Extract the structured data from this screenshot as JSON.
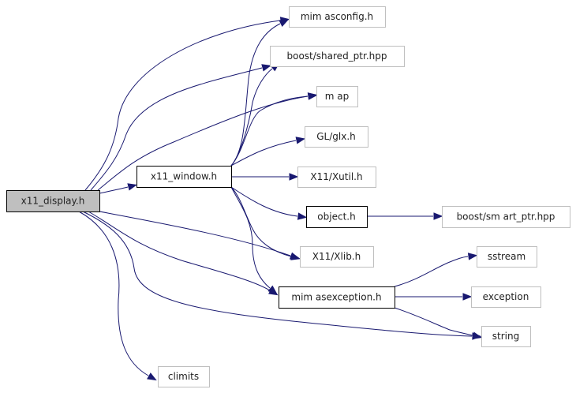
{
  "diagram": {
    "type": "include-dependency-graph",
    "root": "x11_display.h",
    "colors": {
      "edge": "#191970",
      "root_fill": "#bfbfbf",
      "documented_border": "#000000",
      "external_border": "#bfbfbf"
    },
    "nodes": [
      {
        "id": "x11_display",
        "label": "x11_display.h",
        "kind": "root"
      },
      {
        "id": "x11_window",
        "label": "x11_window.h",
        "kind": "documented"
      },
      {
        "id": "mimasconfig",
        "label": "mim asconfig.h",
        "kind": "external"
      },
      {
        "id": "shared_ptr",
        "label": "boost/shared_ptr.hpp",
        "kind": "external"
      },
      {
        "id": "map",
        "label": "m ap",
        "kind": "external"
      },
      {
        "id": "glx",
        "label": "GL/glx.h",
        "kind": "external"
      },
      {
        "id": "xutil",
        "label": "X11/Xutil.h",
        "kind": "external"
      },
      {
        "id": "object",
        "label": "object.h",
        "kind": "documented"
      },
      {
        "id": "smart_ptr",
        "label": "boost/sm art_ptr.hpp",
        "kind": "external"
      },
      {
        "id": "xlib",
        "label": "X11/Xlib.h",
        "kind": "external"
      },
      {
        "id": "mimasexception",
        "label": "mim asexception.h",
        "kind": "documented"
      },
      {
        "id": "sstream",
        "label": "sstream",
        "kind": "external"
      },
      {
        "id": "exception",
        "label": "exception",
        "kind": "external"
      },
      {
        "id": "string",
        "label": "string",
        "kind": "external"
      },
      {
        "id": "climits",
        "label": "climits",
        "kind": "external"
      }
    ],
    "edges": [
      {
        "from": "x11_display",
        "to": "x11_window"
      },
      {
        "from": "x11_display",
        "to": "mimasconfig"
      },
      {
        "from": "x11_display",
        "to": "shared_ptr"
      },
      {
        "from": "x11_display",
        "to": "map"
      },
      {
        "from": "x11_display",
        "to": "xlib"
      },
      {
        "from": "x11_display",
        "to": "mimasexception"
      },
      {
        "from": "x11_display",
        "to": "string"
      },
      {
        "from": "x11_display",
        "to": "climits"
      },
      {
        "from": "x11_window",
        "to": "mimasconfig"
      },
      {
        "from": "x11_window",
        "to": "shared_ptr"
      },
      {
        "from": "x11_window",
        "to": "map"
      },
      {
        "from": "x11_window",
        "to": "glx"
      },
      {
        "from": "x11_window",
        "to": "xutil"
      },
      {
        "from": "x11_window",
        "to": "object"
      },
      {
        "from": "x11_window",
        "to": "xlib"
      },
      {
        "from": "x11_window",
        "to": "mimasexception"
      },
      {
        "from": "object",
        "to": "smart_ptr"
      },
      {
        "from": "mimasexception",
        "to": "sstream"
      },
      {
        "from": "mimasexception",
        "to": "exception"
      },
      {
        "from": "mimasexception",
        "to": "string"
      }
    ]
  }
}
